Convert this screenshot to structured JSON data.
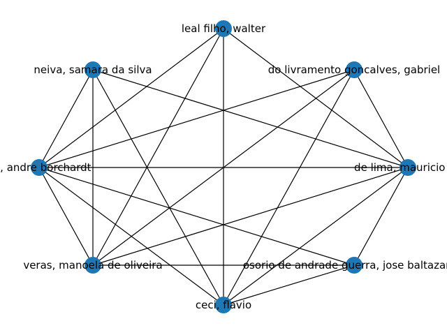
{
  "node_color": "#1f77b4",
  "edge_color": "#000000",
  "nodes": [
    {
      "id": "walter",
      "label": "leal filho, walter"
    },
    {
      "id": "gabriel",
      "label": "do livramento goncalves, gabriel"
    },
    {
      "id": "mauricio",
      "label": "de lima, mauricio an"
    },
    {
      "id": "jose",
      "label": "osorio de andrade guerra, jose baltazar sa"
    },
    {
      "id": "flavio",
      "label": "ceci, flavio"
    },
    {
      "id": "manoela",
      "label": "veras, manoela de oliveira"
    },
    {
      "id": "andre",
      "label": "au, andre borchardt"
    },
    {
      "id": "samara",
      "label": "neiva, samara da silva"
    }
  ],
  "edges": [
    [
      "walter",
      "mauricio"
    ],
    [
      "walter",
      "flavio"
    ],
    [
      "walter",
      "manoela"
    ],
    [
      "walter",
      "andre"
    ],
    [
      "gabriel",
      "mauricio"
    ],
    [
      "gabriel",
      "flavio"
    ],
    [
      "gabriel",
      "manoela"
    ],
    [
      "gabriel",
      "andre"
    ],
    [
      "mauricio",
      "jose"
    ],
    [
      "mauricio",
      "flavio"
    ],
    [
      "mauricio",
      "manoela"
    ],
    [
      "mauricio",
      "andre"
    ],
    [
      "mauricio",
      "samara"
    ],
    [
      "jose",
      "flavio"
    ],
    [
      "jose",
      "manoela"
    ],
    [
      "jose",
      "andre"
    ],
    [
      "flavio",
      "andre"
    ],
    [
      "flavio",
      "samara"
    ],
    [
      "manoela",
      "andre"
    ],
    [
      "manoela",
      "samara"
    ],
    [
      "andre",
      "samara"
    ]
  ]
}
